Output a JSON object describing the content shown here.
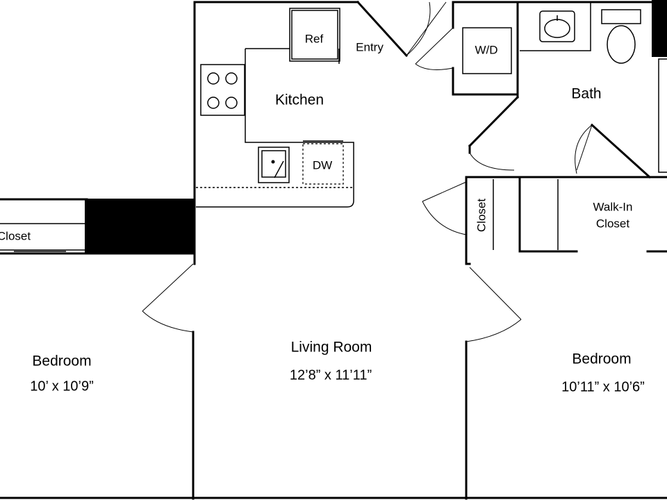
{
  "colors": {
    "wall": "#000000",
    "background": "#ffffff"
  },
  "rooms": {
    "ref": "Ref",
    "entry": "Entry",
    "wd": "W/D",
    "kitchen": "Kitchen",
    "bath": "Bath",
    "dw": "DW",
    "closet_left": "Closet",
    "closet_center": "Closet",
    "walkin_line1": "Walk-In",
    "walkin_line2": "Closet",
    "bedroom_left": {
      "name": "Bedroom",
      "dims": "10’ x 10’9”"
    },
    "living_room": {
      "name": "Living Room",
      "dims": "12’8” x 11’11”"
    },
    "bedroom_right": {
      "name": "Bedroom",
      "dims": "10’11” x 10’6”"
    }
  }
}
